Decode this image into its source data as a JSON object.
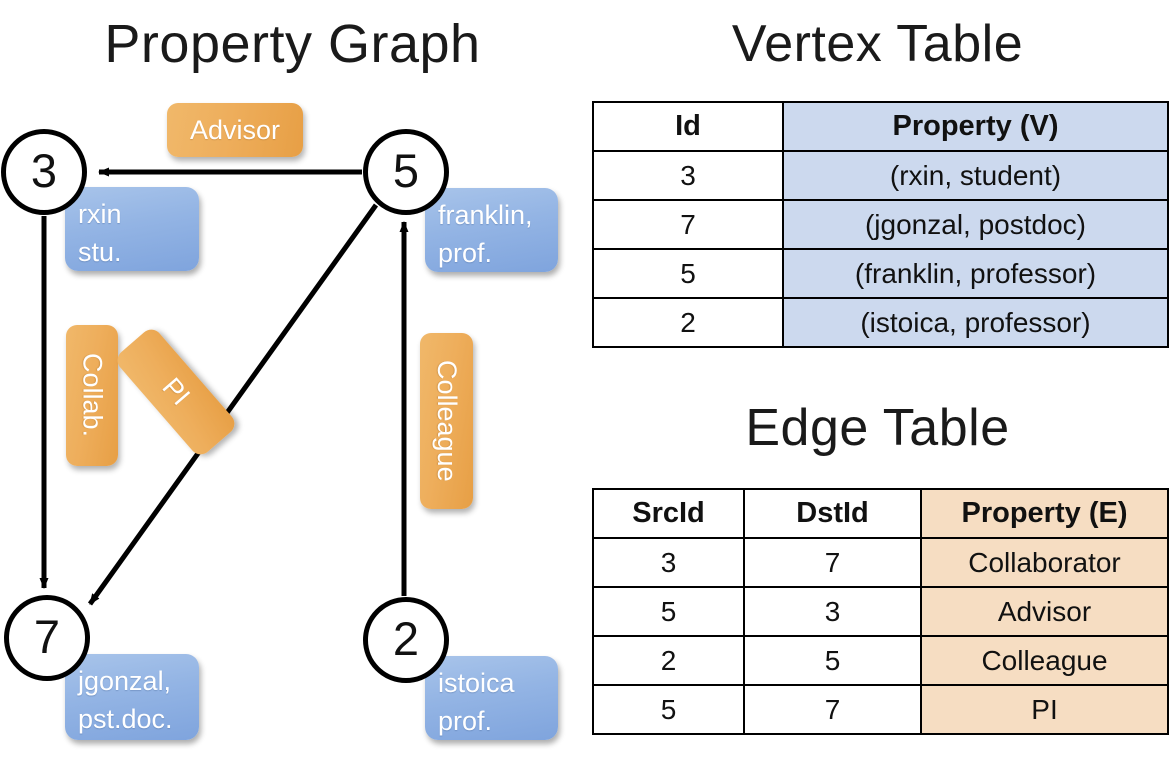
{
  "titles": {
    "property_graph": "Property Graph",
    "vertex_table": "Vertex Table",
    "edge_table": "Edge Table"
  },
  "colors": {
    "vertex_bubble": "#93b4e4",
    "edge_bubble": "#eeae5c",
    "vertex_table_fill": "#ccd9ee",
    "edge_table_fill": "#f6ddc2",
    "stroke": "#000000"
  },
  "graph": {
    "nodes": [
      {
        "id": "3",
        "property": "rxin\nstu."
      },
      {
        "id": "5",
        "property": "franklin,\nprof."
      },
      {
        "id": "7",
        "property": "jgonzal,\npst.doc."
      },
      {
        "id": "2",
        "property": "istoica\nprof."
      }
    ],
    "node_labels": {
      "n3": "3",
      "n5": "5",
      "n7": "7",
      "n2": "2"
    },
    "vertex_bubbles": {
      "rxin_line1": "rxin",
      "rxin_line2": "stu.",
      "franklin_line1": "franklin,",
      "franklin_line2": "prof.",
      "jgonzal_line1": "jgonzal,",
      "jgonzal_line2": "pst.doc.",
      "istoica_line1": "istoica",
      "istoica_line2": "prof."
    },
    "edge_labels": {
      "advisor": "Advisor",
      "collab": "Collab.",
      "pi": "PI",
      "colleague": "Colleague"
    },
    "edges": [
      {
        "src": "5",
        "dst": "3",
        "label": "Advisor"
      },
      {
        "src": "3",
        "dst": "7",
        "label": "Collab."
      },
      {
        "src": "5",
        "dst": "7",
        "label": "PI"
      },
      {
        "src": "2",
        "dst": "5",
        "label": "Colleague"
      }
    ]
  },
  "vertex_table": {
    "headers": [
      "Id",
      "Property (V)"
    ],
    "rows": [
      {
        "id": "3",
        "property": "(rxin, student)"
      },
      {
        "id": "7",
        "property": "(jgonzal, postdoc)"
      },
      {
        "id": "5",
        "property": "(franklin, professor)"
      },
      {
        "id": "2",
        "property": "(istoica, professor)"
      }
    ]
  },
  "edge_table": {
    "headers": [
      "SrcId",
      "DstId",
      "Property (E)"
    ],
    "rows": [
      {
        "src": "3",
        "dst": "7",
        "property": "Collaborator"
      },
      {
        "src": "5",
        "dst": "3",
        "property": "Advisor"
      },
      {
        "src": "2",
        "dst": "5",
        "property": "Colleague"
      },
      {
        "src": "5",
        "dst": "7",
        "property": "PI"
      }
    ]
  }
}
